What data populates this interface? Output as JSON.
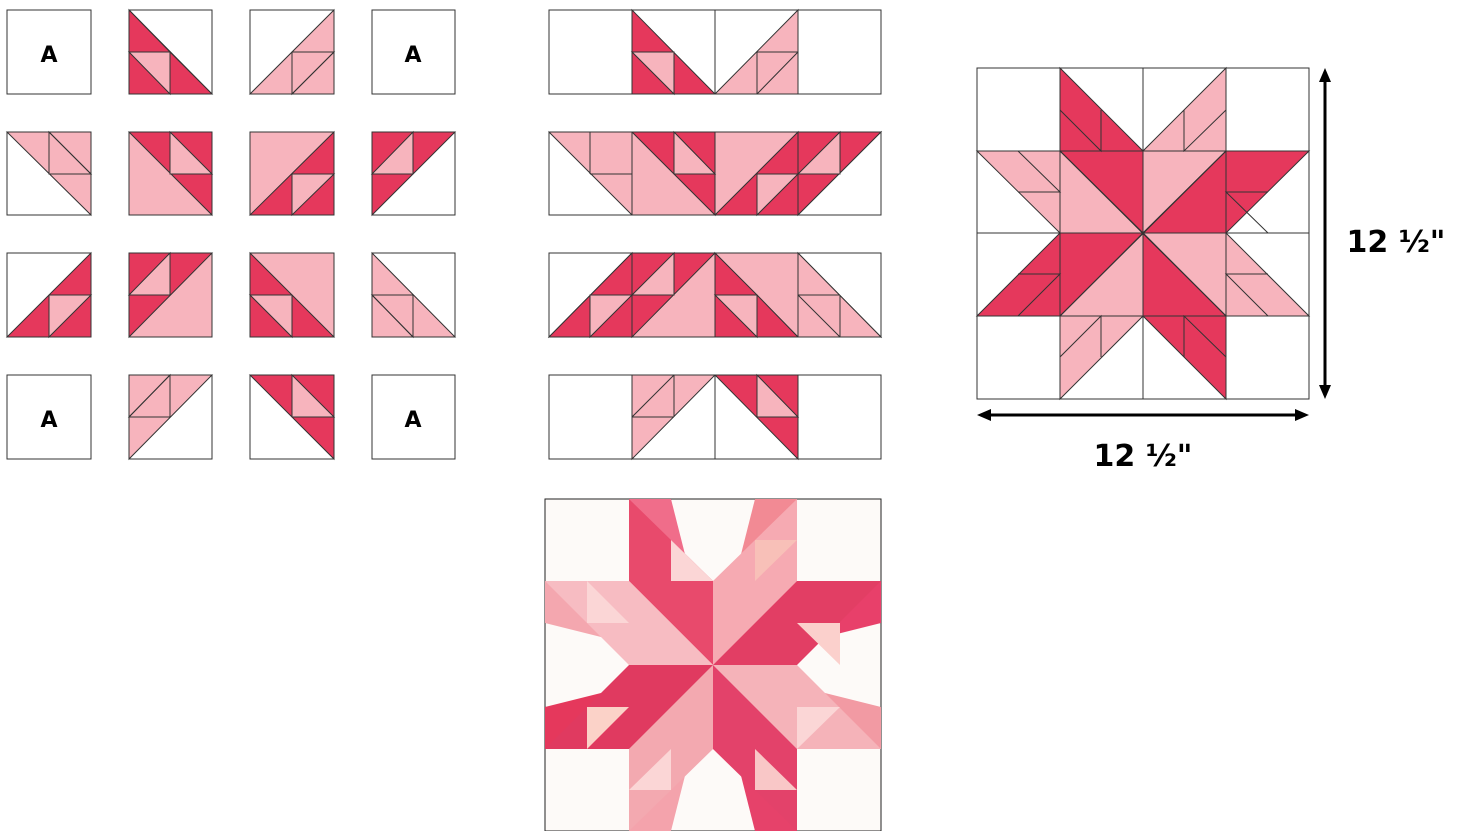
{
  "colors": {
    "dark": "#e5385c",
    "light": "#f7b4bd",
    "background": "#ffffff",
    "line": "#333333"
  },
  "grid_panel": {
    "blocks": [
      {
        "label": "A",
        "pattern": "plain"
      },
      {
        "label": "",
        "pattern": "dark-flying-geese-left"
      },
      {
        "label": "",
        "pattern": "light-flying-geese-right"
      },
      {
        "label": "A",
        "pattern": "plain"
      },
      {
        "label": "",
        "pattern": "light-flying-geese-down"
      },
      {
        "label": "",
        "pattern": "dark-star-point"
      },
      {
        "label": "",
        "pattern": "dark-star-point"
      },
      {
        "label": "",
        "pattern": "dark-flying-geese-up"
      },
      {
        "label": "",
        "pattern": "dark-flying-geese-up"
      },
      {
        "label": "",
        "pattern": "dark-star-point"
      },
      {
        "label": "",
        "pattern": "dark-star-point"
      },
      {
        "label": "",
        "pattern": "light-flying-geese-down"
      },
      {
        "label": "A",
        "pattern": "plain"
      },
      {
        "label": "",
        "pattern": "light-flying-geese-right"
      },
      {
        "label": "",
        "pattern": "dark-flying-geese-left"
      },
      {
        "label": "A",
        "pattern": "plain"
      }
    ]
  },
  "rows_panel": {
    "rows": 4
  },
  "finished_block": {
    "width_label": "12 ½\"",
    "height_label": "12 ½\""
  },
  "photo_block": {
    "description_shown": false
  }
}
